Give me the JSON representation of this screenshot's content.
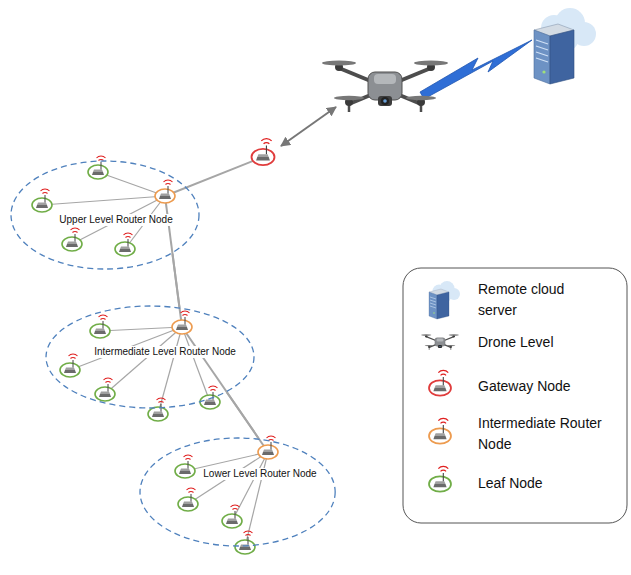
{
  "diagram": {
    "nodes": [
      {
        "text": [
          "Upper Level Router Node"
        ]
      },
      {
        "text": [
          "Intermediate Level Router Node"
        ]
      },
      {
        "text": [
          "Lower Level Router Node"
        ]
      }
    ],
    "edges": [
      {
        "from": 0,
        "to": 1,
        "arrow": "none"
      },
      {
        "from": 1,
        "to": 2,
        "arrow": "none"
      }
    ],
    "legend": [
      {
        "text": "Remote cloud server"
      },
      {
        "text": "Drone Level"
      },
      {
        "text": "Gateway Node"
      },
      {
        "text": "Intermediate Router Node"
      },
      {
        "text": "Leaf Node"
      }
    ]
  }
}
